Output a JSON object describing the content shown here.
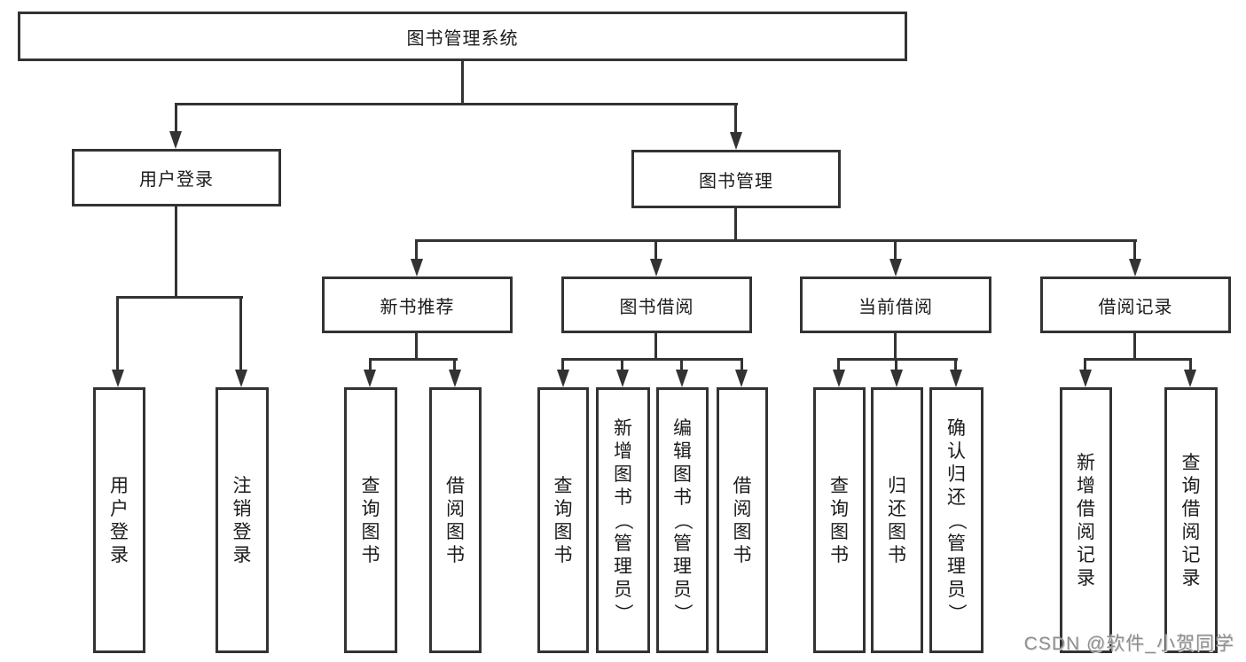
{
  "diagram": {
    "root": {
      "label": "图书管理系统"
    },
    "level2": {
      "user_login": {
        "label": "用户登录"
      },
      "book_mgmt": {
        "label": "图书管理"
      }
    },
    "level3": {
      "new_books": {
        "label": "新书推荐"
      },
      "book_borrow": {
        "label": "图书借阅"
      },
      "current_borrow": {
        "label": "当前借阅"
      },
      "borrow_records": {
        "label": "借阅记录"
      }
    },
    "leaves": {
      "user_login_leaf": "用户登录",
      "logout": "注销登录",
      "nb_query": "查询图书",
      "nb_borrow": "借阅图书",
      "bb_query": "查询图书",
      "bb_add": "新增图书（管理员）",
      "bb_edit": "编辑图书（管理员）",
      "bb_borrow": "借阅图书",
      "cb_query": "查询图书",
      "cb_return": "归还图书",
      "cb_confirm": "确认归还（管理员）",
      "br_add": "新增借阅记录",
      "br_query": "查询借阅记录"
    }
  },
  "watermark": {
    "text": "CSDN @软件_小贺同学"
  },
  "colors": {
    "line": "#333333",
    "text": "#1b1b1b",
    "watermark": "#8f8f8f",
    "background": "#ffffff"
  }
}
